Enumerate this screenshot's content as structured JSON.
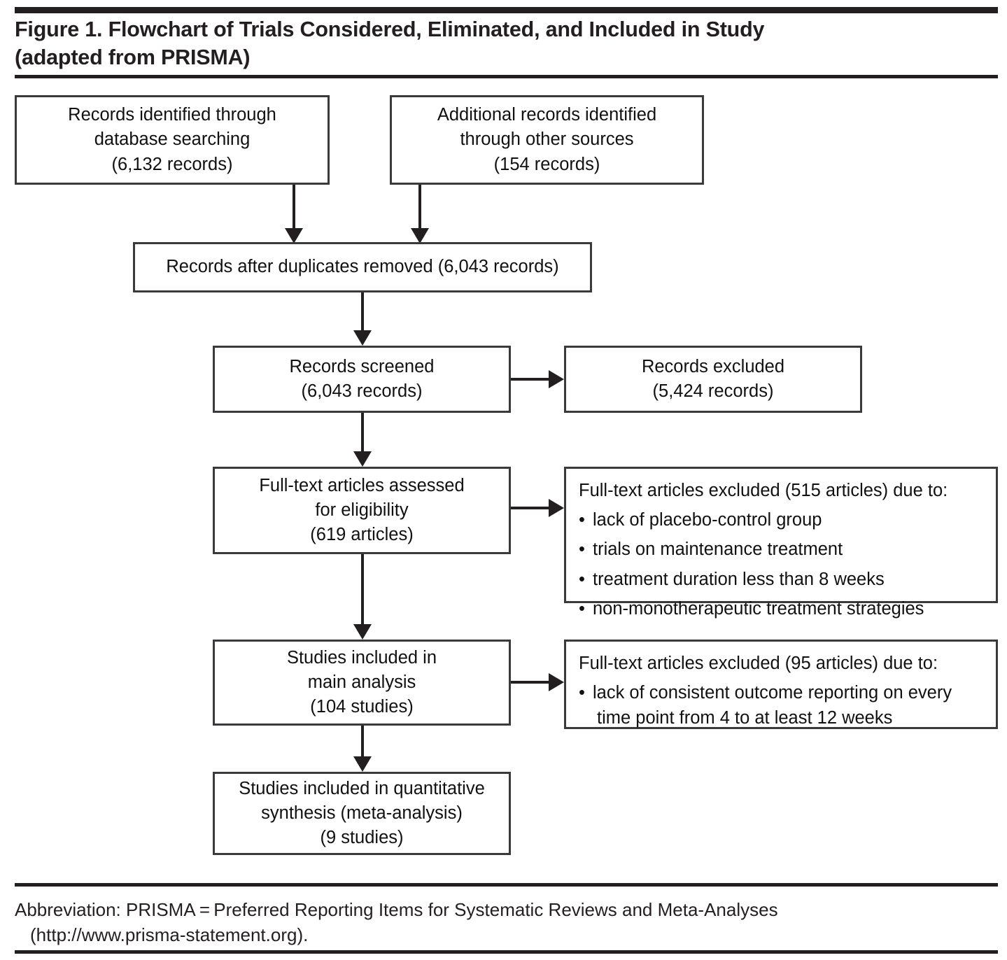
{
  "figure": {
    "title_line1": "Figure 1. Flowchart of Trials Considered, Eliminated, and Included in Study",
    "title_line2": "(adapted from PRISMA)"
  },
  "flowchart": {
    "type": "prisma-flow-diagram",
    "boxes": {
      "identified_database": {
        "line1": "Records identified through",
        "line2": "database searching",
        "line3": "(6,132 records)",
        "count": 6132,
        "unit": "records"
      },
      "identified_other": {
        "line1": "Additional records identified",
        "line2": "through other sources",
        "line3": "(154 records)",
        "count": 154,
        "unit": "records"
      },
      "duplicates_removed": {
        "line1": "Records after duplicates removed (6,043 records)",
        "count": 6043,
        "unit": "records"
      },
      "records_screened": {
        "line1": "Records screened",
        "line2": "(6,043 records)",
        "count": 6043,
        "unit": "records"
      },
      "records_excluded": {
        "line1": "Records excluded",
        "line2": "(5,424 records)",
        "count": 5424,
        "unit": "records"
      },
      "fulltext_assessed": {
        "line1": "Full-text articles assessed",
        "line2": "for eligibility",
        "line3": "(619 articles)",
        "count": 619,
        "unit": "articles"
      },
      "fulltext_excluded_515": {
        "heading": "Full-text articles excluded  (515 articles) due to:",
        "count": 515,
        "unit": "articles",
        "bullet_char": "•",
        "reasons": [
          "lack of placebo-control group",
          "trials on maintenance treatment",
          "treatment duration less than 8 weeks",
          "non-monotherapeutic treatment strategies"
        ]
      },
      "studies_main": {
        "line1": "Studies included in",
        "line2": "main analysis",
        "line3": "(104 studies)",
        "count": 104,
        "unit": "studies"
      },
      "fulltext_excluded_95": {
        "heading": "Full-text articles excluded (95 articles) due to:",
        "count": 95,
        "unit": "articles",
        "bullet_char": "•",
        "reason_line1": "lack of consistent outcome reporting on every",
        "reason_line2": "time point from 4 to at least 12 weeks"
      },
      "studies_quantitative": {
        "line1": "Studies included in quantitative",
        "line2": "synthesis (meta-analysis)",
        "line3": "(9 studies)",
        "count": 9,
        "unit": "studies"
      }
    }
  },
  "footnote": {
    "line1": "Abbreviation: PRISMA = Preferred Reporting Items for Systematic Reviews and Meta-Analyses",
    "line2": "(http://www.prisma-statement.org)."
  },
  "colors": {
    "rule": "#231f20",
    "box_border": "#3a3a3c",
    "text": "#111111",
    "background": "#ffffff"
  }
}
